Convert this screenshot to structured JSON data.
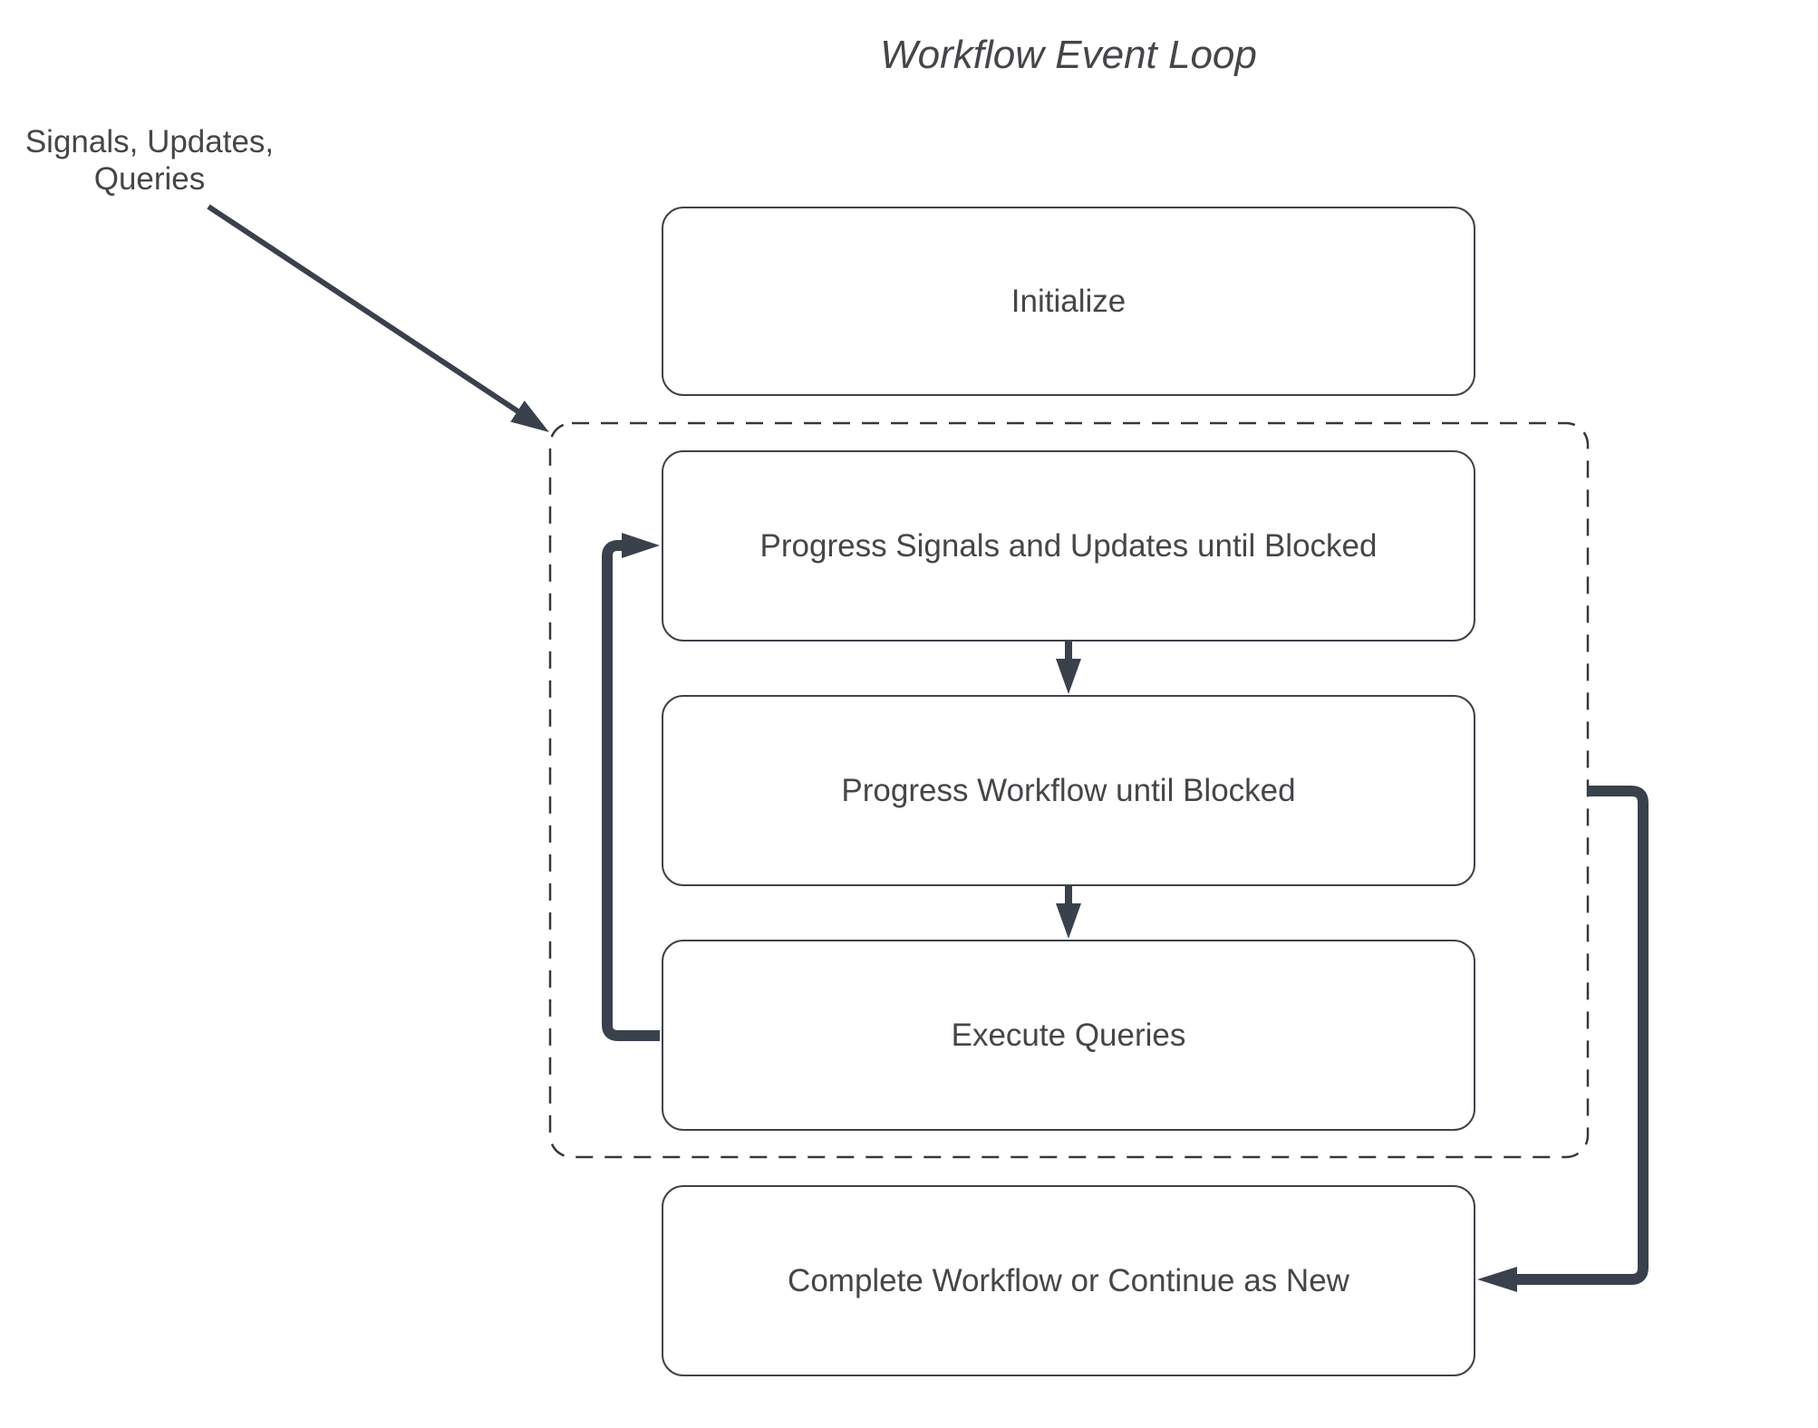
{
  "diagram": {
    "title": "Workflow Event Loop",
    "external_input_label": "Signals, Updates,\nQueries",
    "nodes": {
      "initialize": "Initialize",
      "progress_signals": "Progress Signals and Updates until Blocked",
      "progress_workflow": "Progress Workflow until Blocked",
      "execute_queries": "Execute Queries",
      "complete": "Complete Workflow or Continue as New"
    },
    "colors": {
      "text": "#454649",
      "border": "#404249",
      "arrow": "#3a414c",
      "dash": "#37383c",
      "background": "#ffffff"
    }
  }
}
